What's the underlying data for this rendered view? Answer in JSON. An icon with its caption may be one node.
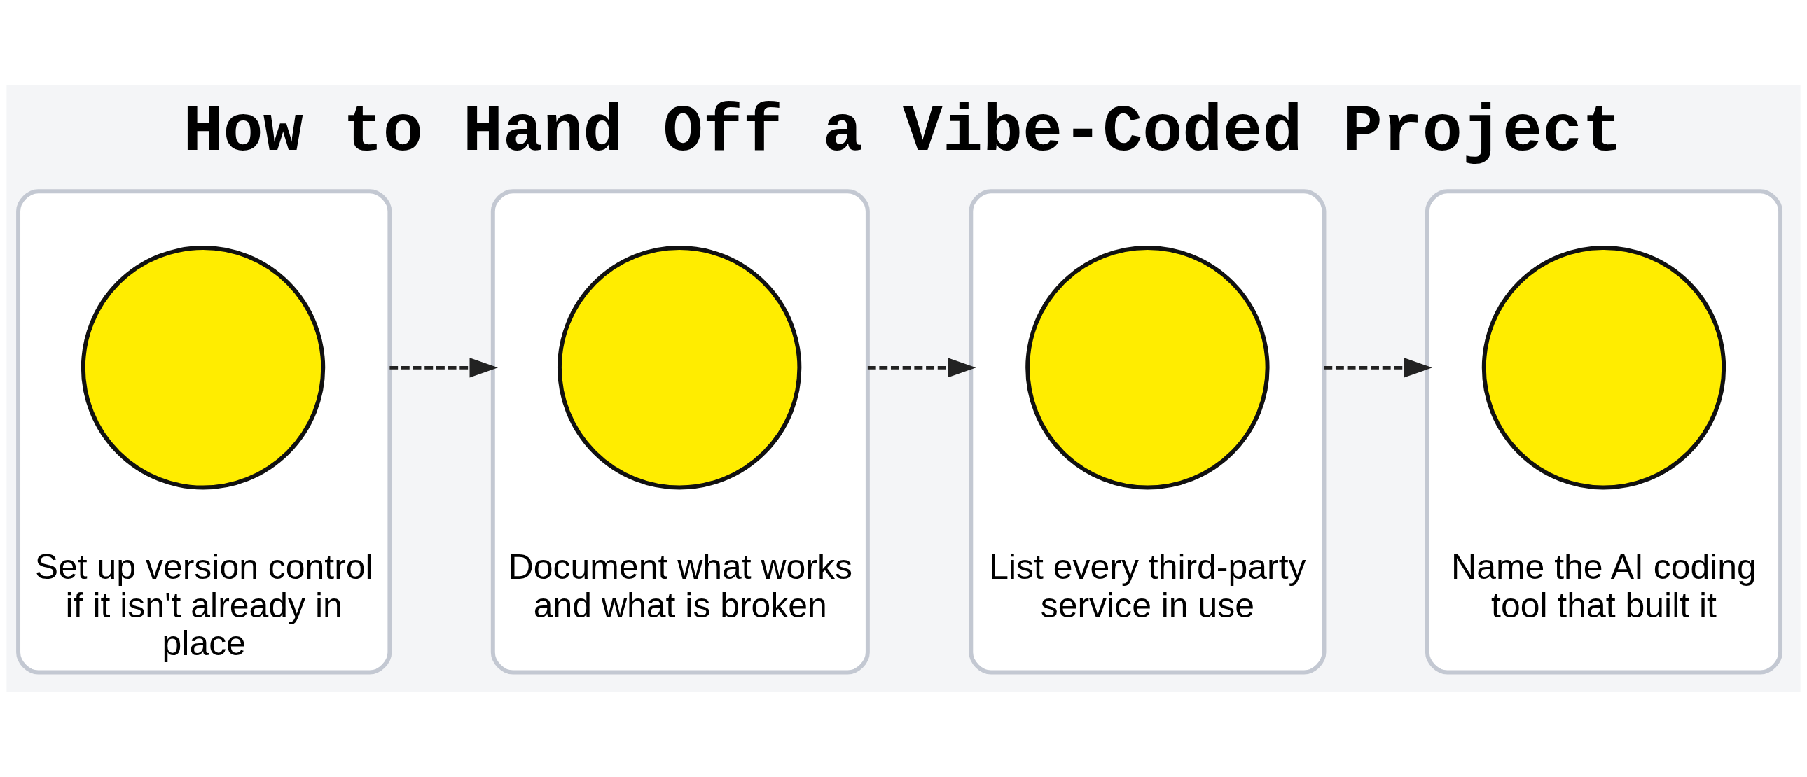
{
  "diagram": {
    "title": "How to Hand Off a Vibe-Coded Project",
    "nodes": [
      {
        "text": [
          "Set up version control if it isn't already in place"
        ]
      },
      {
        "text": [],
        "shape": "circle",
        "in": 0
      },
      {
        "text": [
          "Document what works and what is broken"
        ]
      },
      {
        "text": [],
        "shape": "circle",
        "in": 2
      },
      {
        "text": [
          "List every third-party service in use"
        ]
      },
      {
        "text": [],
        "shape": "circle",
        "in": 4
      },
      {
        "text": [
          "Name the AI coding tool that built it"
        ]
      },
      {
        "text": [],
        "shape": "circle",
        "in": 6
      }
    ],
    "edges": [
      {
        "from": 0,
        "to": 2,
        "arrow": "to",
        "style": "dashed"
      },
      {
        "from": 2,
        "to": 4,
        "arrow": "to",
        "style": "dashed"
      },
      {
        "from": 4,
        "to": 6,
        "arrow": "to",
        "style": "dashed"
      }
    ]
  }
}
